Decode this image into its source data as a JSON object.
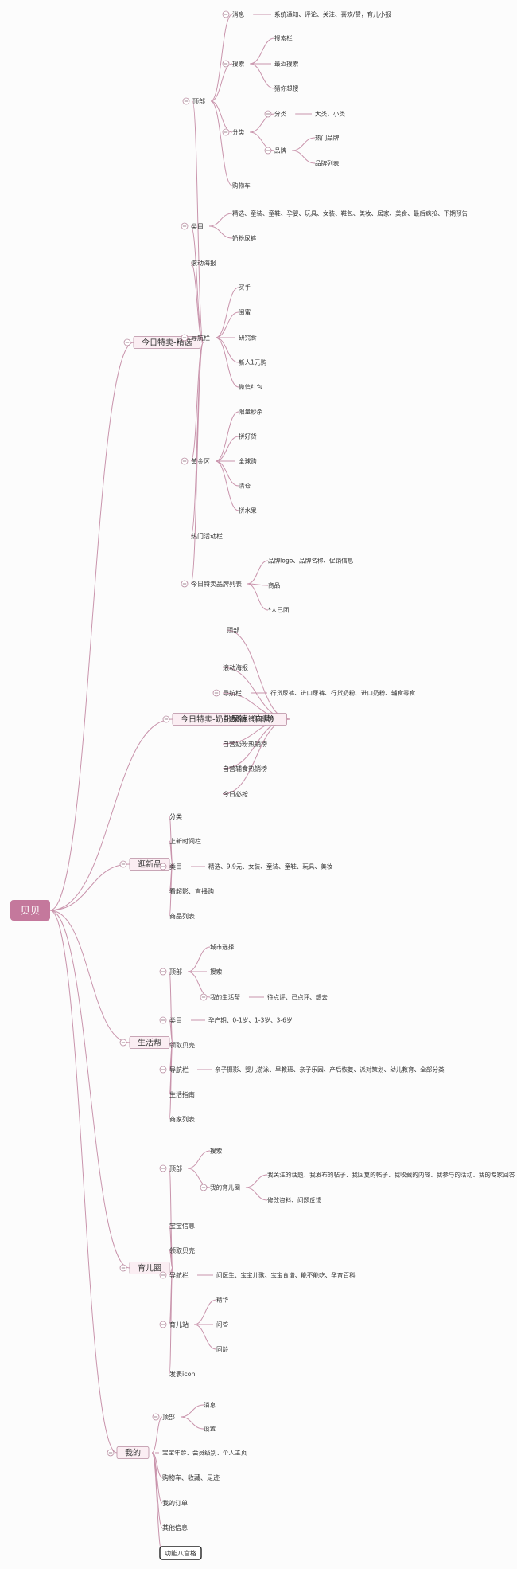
{
  "mindmap": {
    "root": "贝贝",
    "branches": [
      {
        "label": "今日特卖-精选",
        "children": [
          {
            "label": "顶部",
            "children": [
              {
                "label": "消息",
                "children": [
                  {
                    "label": "系统通知、评论、关注、喜欢/赞，育儿小报"
                  }
                ]
              },
              {
                "label": "搜索",
                "children": [
                  {
                    "label": "搜索栏"
                  },
                  {
                    "label": "最近搜索"
                  },
                  {
                    "label": "猜你想搜"
                  }
                ]
              },
              {
                "label": "分类",
                "children": [
                  {
                    "label": "分类",
                    "children": [
                      {
                        "label": "大类，小类"
                      }
                    ]
                  },
                  {
                    "label": "品牌",
                    "children": [
                      {
                        "label": "热门品牌"
                      },
                      {
                        "label": "品牌列表"
                      }
                    ]
                  }
                ]
              },
              {
                "label": "购物车"
              }
            ]
          },
          {
            "label": "类目",
            "children": [
              {
                "label": "精选、童装、童鞋、孕婴、玩具、女装、鞋包、美妆、居家、美食、最后疯抢、下期预告"
              },
              {
                "label": "奶粉尿裤"
              }
            ]
          },
          {
            "label": "滚动海报"
          },
          {
            "label": "导航栏",
            "children": [
              {
                "label": "买手"
              },
              {
                "label": "闺蜜"
              },
              {
                "label": "研究食"
              },
              {
                "label": "新人1元购"
              },
              {
                "label": "微信红包"
              }
            ]
          },
          {
            "label": "黄金区",
            "children": [
              {
                "label": "限量秒杀"
              },
              {
                "label": "拼好货"
              },
              {
                "label": "全球购"
              },
              {
                "label": "清仓"
              },
              {
                "label": "拼水果"
              }
            ]
          },
          {
            "label": "热门活动栏"
          },
          {
            "label": "今日特卖品牌列表",
            "children": [
              {
                "label": "品牌logo、品牌名称、促销信息"
              },
              {
                "label": "商品"
              },
              {
                "label": "*人已团"
              }
            ]
          }
        ]
      },
      {
        "label": "今日特卖-奶粉尿裤（自营）",
        "children": [
          {
            "label": "顶部"
          },
          {
            "label": "滚动海报"
          },
          {
            "label": "导航栏",
            "children": [
              {
                "label": "行货尿裤、进口尿裤、行货奶粉、进口奶粉、辅食零食"
              }
            ]
          },
          {
            "label": "自营纸尿裤热销榜"
          },
          {
            "label": "自营奶粉热销榜"
          },
          {
            "label": "自营辅食热销榜"
          },
          {
            "label": "今日必抢"
          }
        ]
      },
      {
        "label": "逛新品",
        "children": [
          {
            "label": "分类"
          },
          {
            "label": "上新时间栏"
          },
          {
            "label": "类目",
            "children": [
              {
                "label": "精选、9.9元、女装、童装、童鞋、玩具、美妆"
              }
            ]
          },
          {
            "label": "看超影、直播购"
          },
          {
            "label": "商品列表"
          }
        ]
      },
      {
        "label": "生活帮",
        "children": [
          {
            "label": "顶部",
            "children": [
              {
                "label": "城市选择"
              },
              {
                "label": "搜索"
              },
              {
                "label": "我的生活帮",
                "children": [
                  {
                    "label": "待点评、已点评、想去"
                  }
                ]
              }
            ]
          },
          {
            "label": "类目",
            "children": [
              {
                "label": "孕产期、0-1岁、1-3岁、3-6岁"
              }
            ]
          },
          {
            "label": "领取贝壳"
          },
          {
            "label": "导航栏",
            "children": [
              {
                "label": "亲子摄影、婴儿游泳、早教班、亲子乐园、产后恢复、派对策划、幼儿教育、全部分类"
              }
            ]
          },
          {
            "label": "生活指南"
          },
          {
            "label": "商家列表"
          }
        ]
      },
      {
        "label": "育儿圈",
        "children": [
          {
            "label": "顶部",
            "children": [
              {
                "label": "搜索"
              },
              {
                "label": "我的育儿圈",
                "children": [
                  {
                    "label": "我关注的话题、我发布的帖子、我回复的帖子、我收藏的内容、我参与的活动、我的专家回答"
                  },
                  {
                    "label": "修改资料、问题反馈"
                  }
                ]
              }
            ]
          },
          {
            "label": "宝宝信息"
          },
          {
            "label": "领取贝壳"
          },
          {
            "label": "导航栏",
            "children": [
              {
                "label": "问医生、宝宝儿歌、宝宝食谱、能不能吃、孕育百科"
              }
            ]
          },
          {
            "label": "育儿站",
            "children": [
              {
                "label": "精华"
              },
              {
                "label": "问答"
              },
              {
                "label": "同龄"
              }
            ]
          },
          {
            "label": "发表icon"
          }
        ]
      },
      {
        "label": "我的",
        "children": [
          {
            "label": "顶部",
            "children": [
              {
                "label": "消息"
              },
              {
                "label": "设置"
              }
            ]
          },
          {
            "label": "宝宝年龄、会员级别、个人主页"
          },
          {
            "label": "购物车、收藏、足迹"
          },
          {
            "label": "我的订单"
          },
          {
            "label": "其他信息"
          },
          {
            "label": "功能八宫格"
          }
        ]
      }
    ]
  }
}
